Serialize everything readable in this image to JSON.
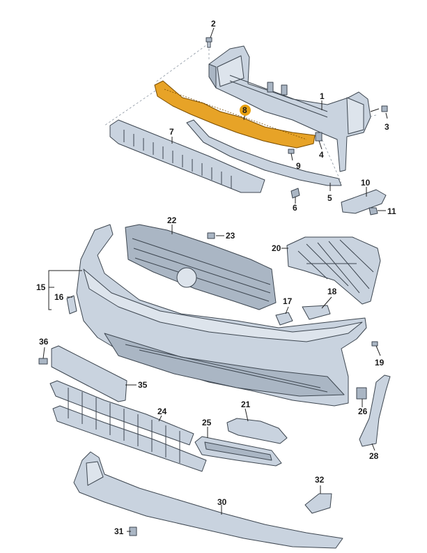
{
  "labels": [
    "1",
    "2",
    "3",
    "4",
    "5",
    "6",
    "7",
    "8",
    "9",
    "10",
    "11",
    "15",
    "16",
    "17",
    "18",
    "19",
    "20",
    "21",
    "22",
    "23",
    "24",
    "25",
    "26",
    "28",
    "30",
    "31",
    "32",
    "35",
    "36"
  ],
  "highlighted_label": "8",
  "colors": {
    "part_fill": "#c9d3df",
    "part_outline": "#3d4650",
    "highlight": "#e8a010"
  }
}
